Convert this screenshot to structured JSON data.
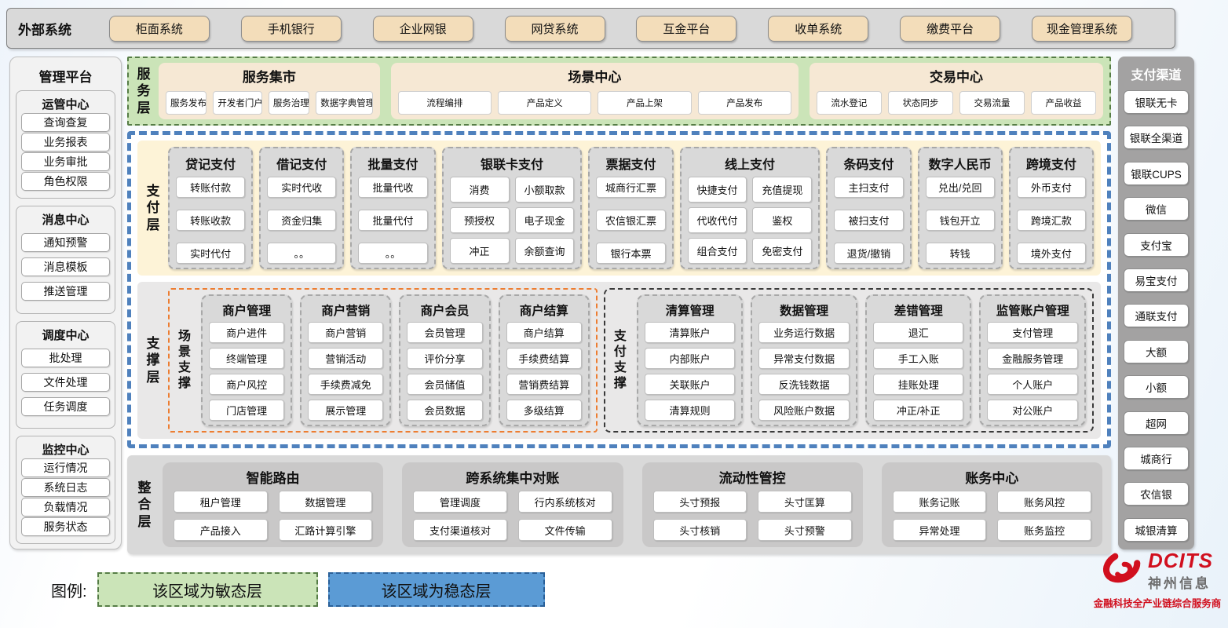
{
  "colors": {
    "agile_green": "#cbe4b8",
    "stable_blue": "#5b9bd5",
    "brand_red": "#d10f1e"
  },
  "external_systems": {
    "label": "外部系统",
    "items": [
      "柜面系统",
      "手机银行",
      "企业网银",
      "网贷系统",
      "互金平台",
      "收单系统",
      "缴费平台",
      "现金管理系统"
    ]
  },
  "management_platform": {
    "title": "管理平台",
    "groups": [
      {
        "title": "运管中心",
        "items": [
          "查询查复",
          "业务报表",
          "业务审批",
          "角色权限"
        ]
      },
      {
        "title": "消息中心",
        "items": [
          "通知预警",
          "消息模板",
          "推送管理"
        ]
      },
      {
        "title": "调度中心",
        "items": [
          "批处理",
          "文件处理",
          "任务调度"
        ]
      },
      {
        "title": "监控中心",
        "items": [
          "运行情况",
          "系统日志",
          "负载情况",
          "服务状态"
        ]
      }
    ]
  },
  "service_layer": {
    "label": "服务层",
    "panels": [
      {
        "title": "服务集市",
        "items": [
          "服务发布",
          "开发者门户",
          "服务治理",
          "数据字典管理"
        ]
      },
      {
        "title": "场景中心",
        "items": [
          "流程编排",
          "产品定义",
          "产品上架",
          "产品发布"
        ]
      },
      {
        "title": "交易中心",
        "items": [
          "流水登记",
          "状态同步",
          "交易流量",
          "产品收益"
        ]
      }
    ]
  },
  "payment_layer": {
    "label": "支付层",
    "columns": [
      {
        "title": "贷记支付",
        "items": [
          "转账付款",
          "转账收款",
          "实时代付"
        ]
      },
      {
        "title": "借记支付",
        "items": [
          "实时代收",
          "资金归集",
          "。。"
        ]
      },
      {
        "title": "批量支付",
        "items": [
          "批量代收",
          "批量代付",
          "。。"
        ]
      },
      {
        "title": "银联卡支付",
        "items": [
          "消费",
          "小额取款",
          "预授权",
          "电子现金",
          "冲正",
          "余额查询"
        ]
      },
      {
        "title": "票据支付",
        "items": [
          "城商行汇票",
          "农信银汇票",
          "银行本票"
        ]
      },
      {
        "title": "线上支付",
        "items": [
          "快捷支付",
          "充值提现",
          "代收代付",
          "鉴权",
          "组合支付",
          "免密支付"
        ]
      },
      {
        "title": "条码支付",
        "items": [
          "主扫支付",
          "被扫支付",
          "退货/撤销"
        ]
      },
      {
        "title": "数字人民币",
        "items": [
          "兑出/兑回",
          "钱包开立",
          "转钱"
        ]
      },
      {
        "title": "跨境支付",
        "items": [
          "外币支付",
          "跨境汇款",
          "境外支付"
        ]
      }
    ]
  },
  "support_layer": {
    "label": "支撑层",
    "scene_support": {
      "label": "场景支撑",
      "columns": [
        {
          "title": "商户管理",
          "items": [
            "商户进件",
            "终端管理",
            "商户风控",
            "门店管理"
          ]
        },
        {
          "title": "商户营销",
          "items": [
            "商户营销",
            "营销活动",
            "手续费减免",
            "展示管理"
          ]
        },
        {
          "title": "商户会员",
          "items": [
            "会员管理",
            "评价分享",
            "会员储值",
            "会员数据"
          ]
        },
        {
          "title": "商户结算",
          "items": [
            "商户结算",
            "手续费结算",
            "营销费结算",
            "多级结算"
          ]
        }
      ]
    },
    "payment_support": {
      "label": "支付支撑",
      "columns": [
        {
          "title": "清算管理",
          "items": [
            "清算账户",
            "内部账户",
            "关联账户",
            "清算规则"
          ]
        },
        {
          "title": "数据管理",
          "items": [
            "业务运行数据",
            "异常支付数据",
            "反洗钱数据",
            "风险账户数据"
          ]
        },
        {
          "title": "差错管理",
          "items": [
            "退汇",
            "手工入账",
            "挂账处理",
            "冲正/补正"
          ]
        },
        {
          "title": "监管账户管理",
          "items": [
            "支付管理",
            "金融服务管理",
            "个人账户",
            "对公账户"
          ]
        }
      ]
    }
  },
  "integration_layer": {
    "label": "整合层",
    "panels": [
      {
        "title": "智能路由",
        "items": [
          "租户管理",
          "数据管理",
          "产品接入",
          "汇路计算引擎"
        ]
      },
      {
        "title": "跨系统集中对账",
        "items": [
          "管理调度",
          "行内系统核对",
          "支付渠道核对",
          "文件传输"
        ]
      },
      {
        "title": "流动性管控",
        "items": [
          "头寸预报",
          "头寸匡算",
          "头寸核销",
          "头寸预警"
        ]
      },
      {
        "title": "账务中心",
        "items": [
          "账务记账",
          "账务风控",
          "异常处理",
          "账务监控"
        ]
      }
    ]
  },
  "payment_channels": {
    "title": "支付渠道",
    "items": [
      "银联无卡",
      "银联全渠道",
      "银联CUPS",
      "微信",
      "支付宝",
      "易宝支付",
      "通联支付",
      "大额",
      "小额",
      "超网",
      "城商行",
      "农信银",
      "城银清算"
    ]
  },
  "legend": {
    "label": "图例:",
    "agile": "该区域为敏态层",
    "stable": "该区域为稳态层"
  },
  "logo": {
    "name": "DCITS",
    "company": "神州信息",
    "tagline": "金融科技全产业链综合服务商"
  }
}
